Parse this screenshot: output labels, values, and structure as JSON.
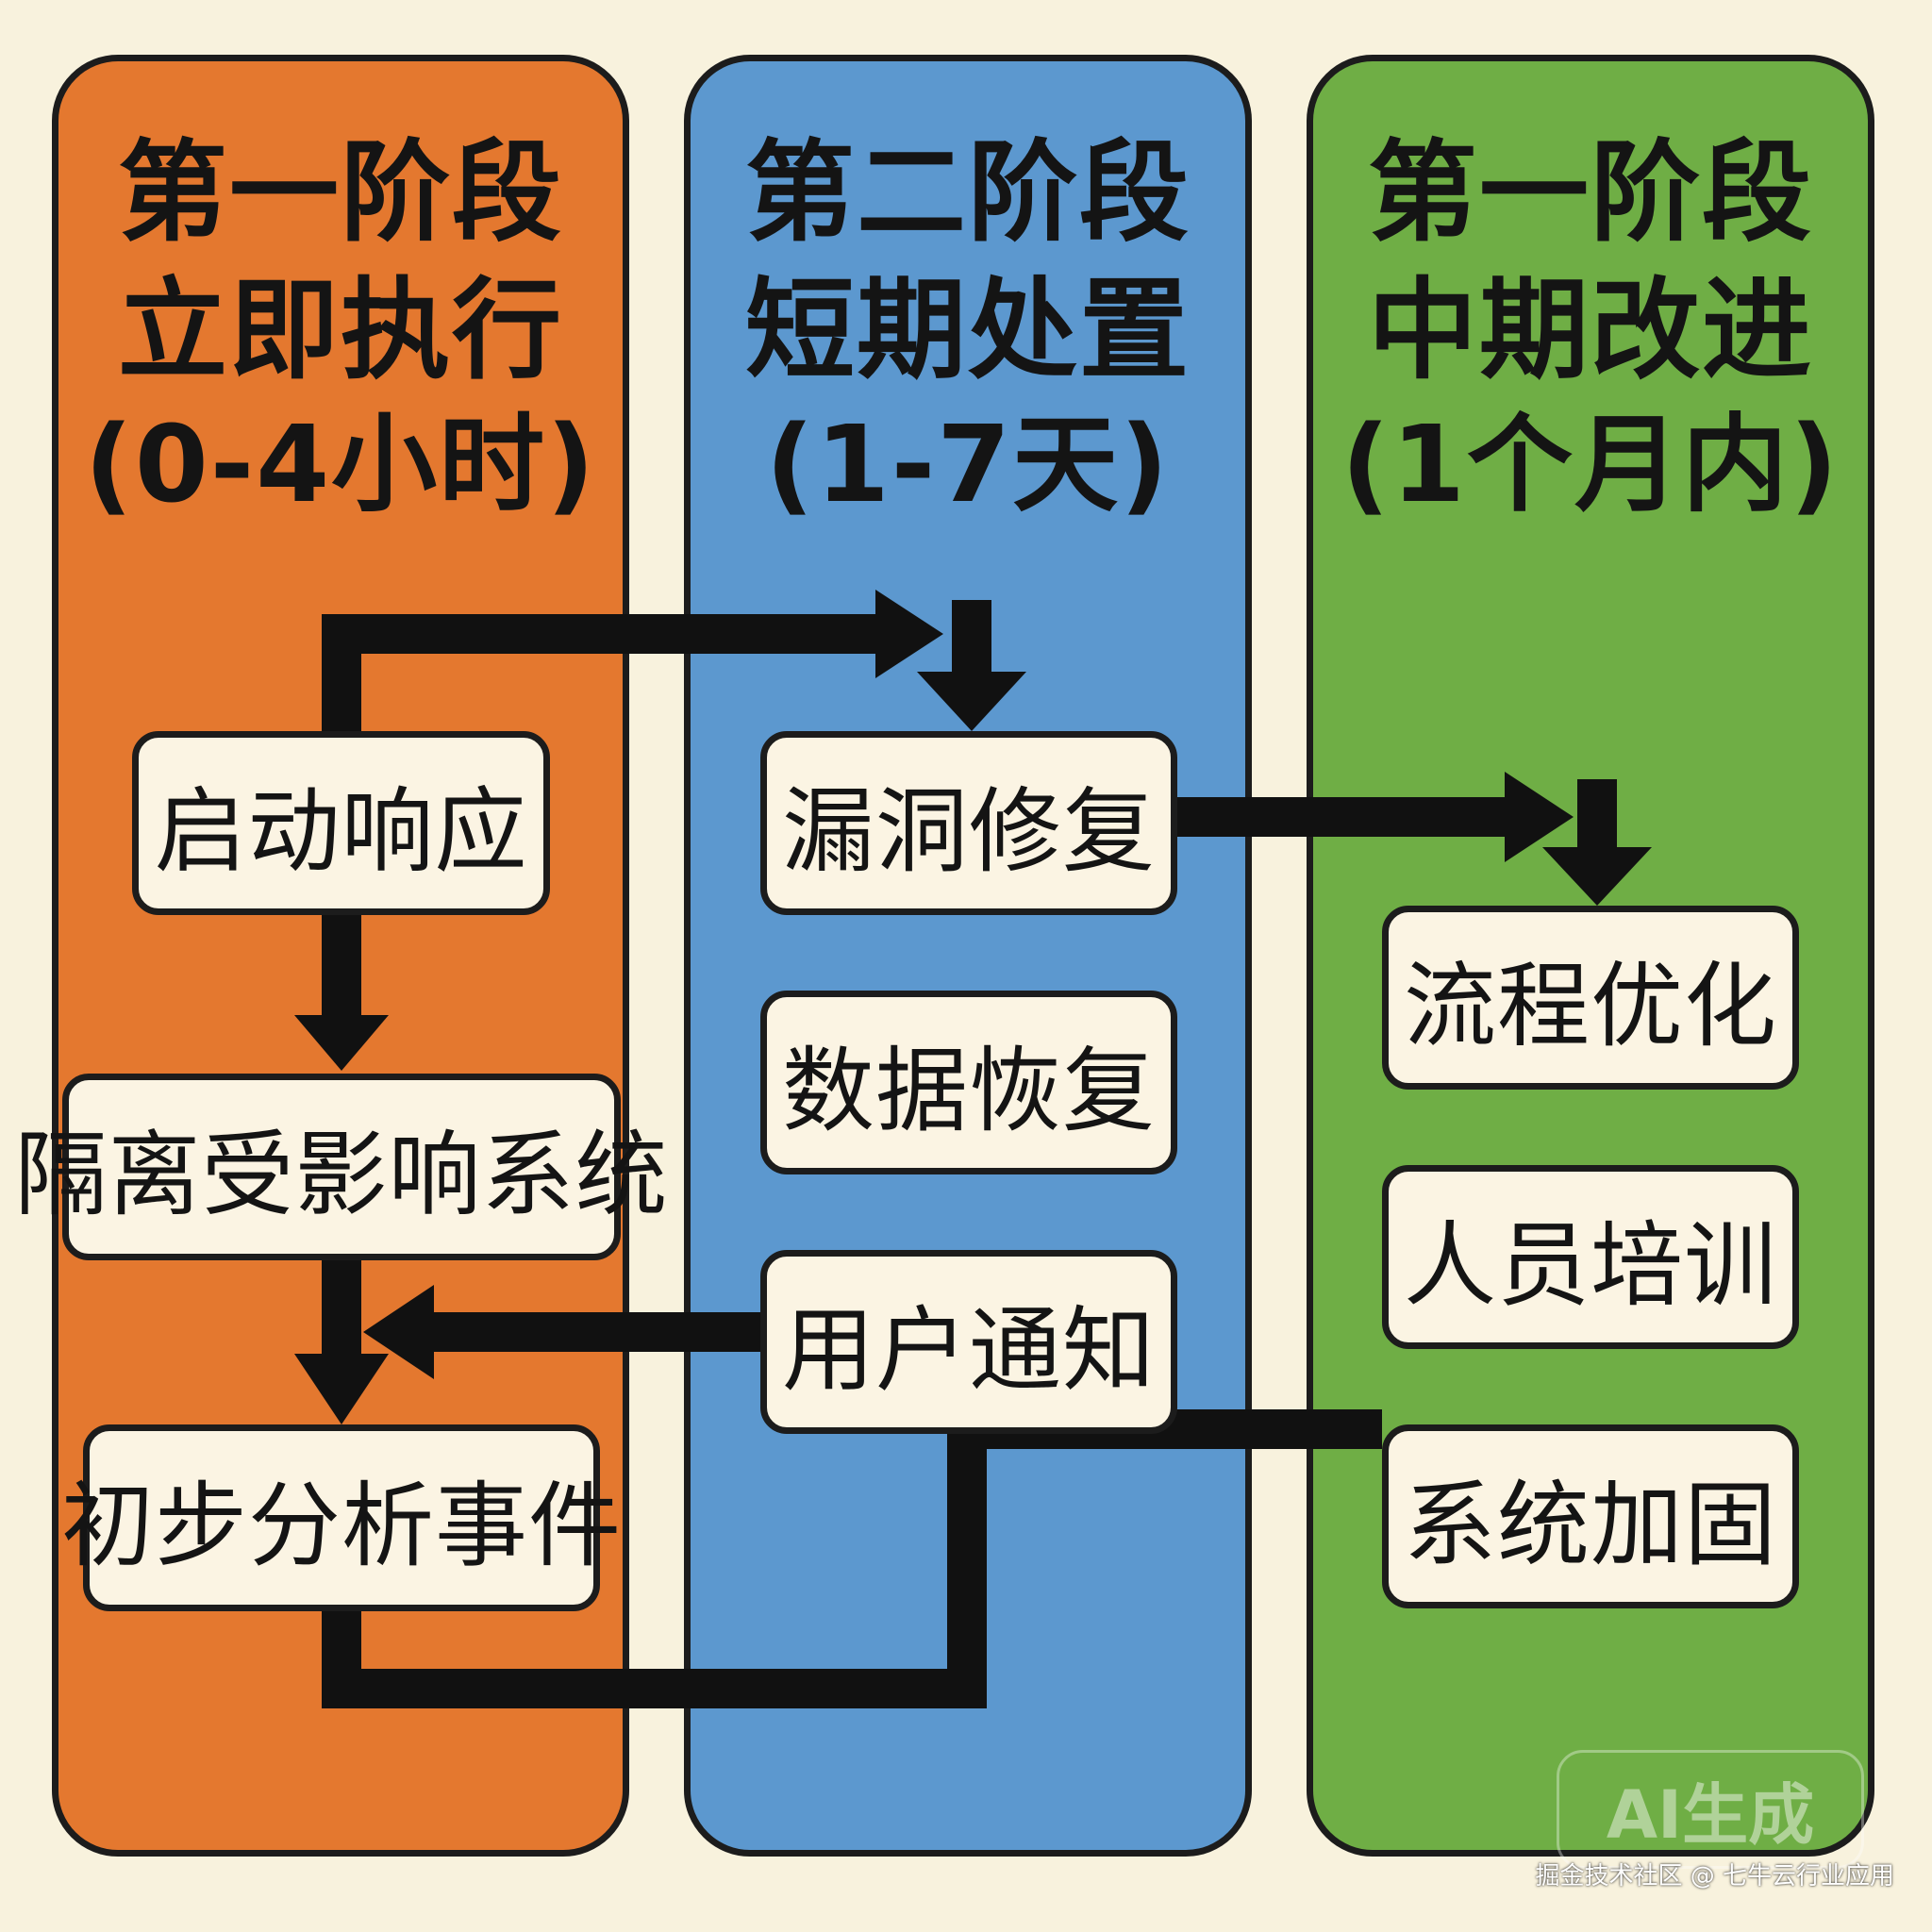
{
  "columns": [
    {
      "title": "第一阶段",
      "subtitle": "立即执行",
      "period": "(0-4小时)",
      "color": "#e4782f"
    },
    {
      "title": "第二阶段",
      "subtitle": "短期处置",
      "period": "(1-7天)",
      "color": "#5c98cf"
    },
    {
      "title": "第一阶段",
      "subtitle": "中期改进",
      "period": "(1个月内)",
      "color": "#6fae45"
    }
  ],
  "nodes": {
    "start_response": "启动响应",
    "isolate_systems": "隔离受影响系统",
    "initial_analysis": "初步分析事件",
    "vuln_fix": "漏洞修复",
    "data_recovery": "数据恢复",
    "user_notify": "用户通知",
    "process_opt": "流程优化",
    "staff_training": "人员培训",
    "system_harden": "系统加固"
  },
  "watermark": "AI生成",
  "footer": "掘金技术社区 @ 七牛云行业应用"
}
